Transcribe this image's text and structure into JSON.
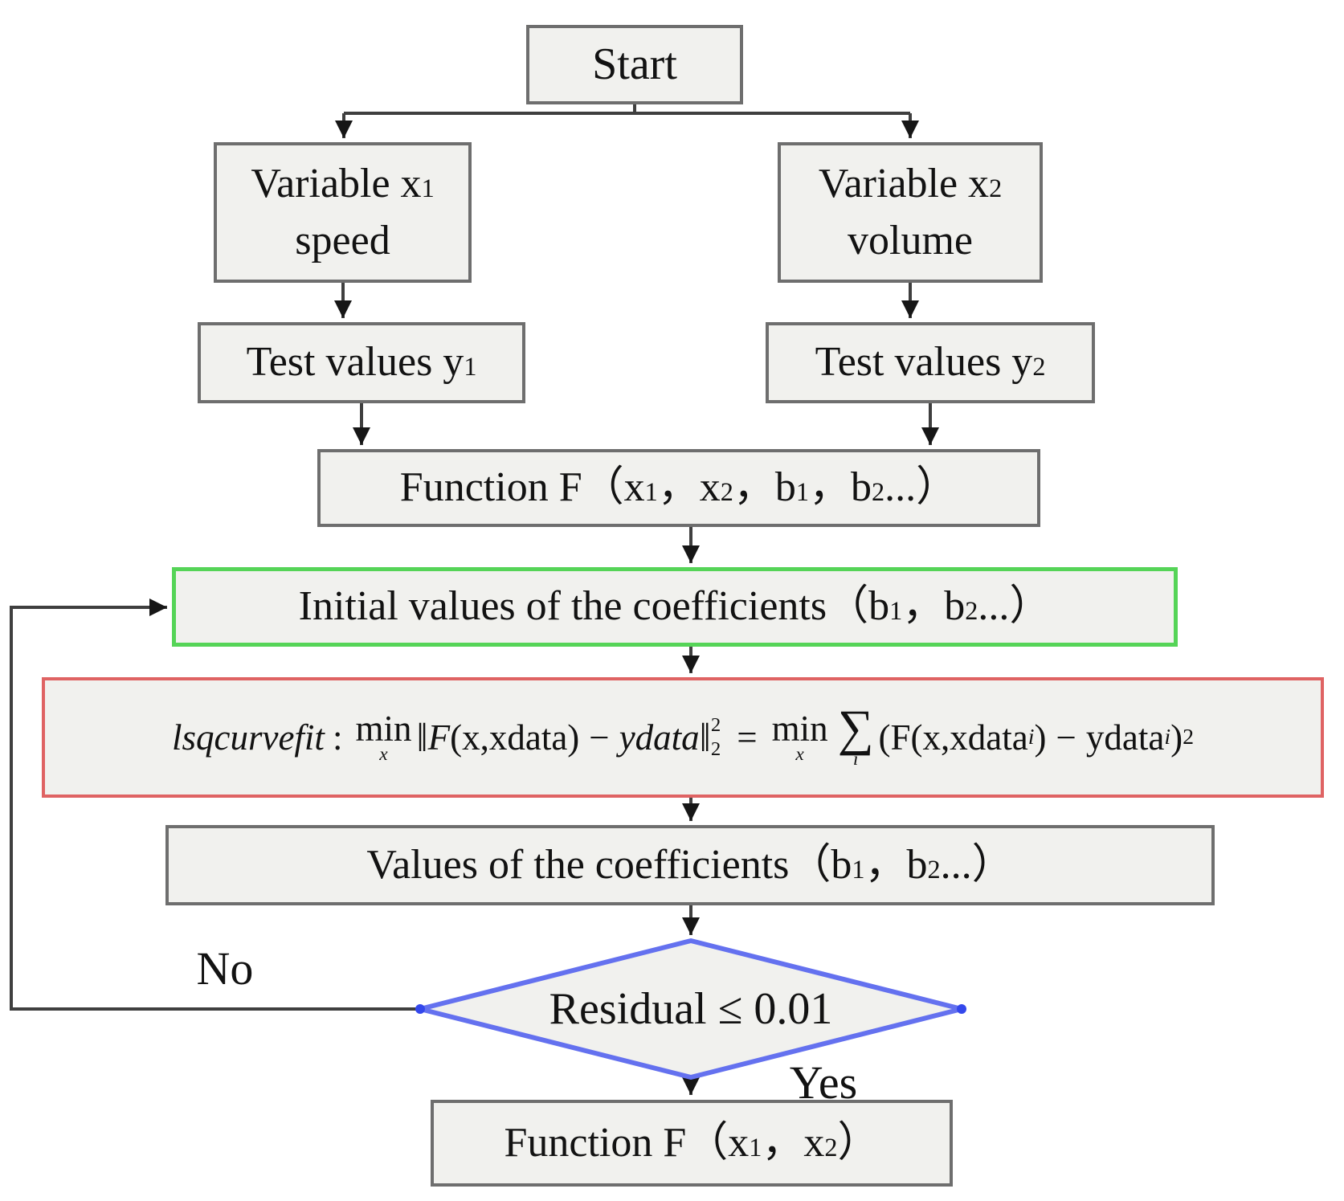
{
  "colors": {
    "background": "#ffffff",
    "node_fill": "#f1f1ee",
    "node_border": "#6e6e6e",
    "green": "#55d457",
    "red": "#df6363",
    "blue": "#6471ef",
    "blue_dot": "#3347ec",
    "line": "#3f3f3f",
    "arrow": "#161616",
    "text": "#121212"
  },
  "nodes": {
    "start": {
      "label": "Start"
    },
    "var1": {
      "line1": "Variable x",
      "line1_sub": "1",
      "line2": "speed"
    },
    "var2": {
      "line1": "Variable x",
      "line1_sub": "2",
      "line2": "volume"
    },
    "test1": {
      "text": "Test values y",
      "sub": "1"
    },
    "test2": {
      "text": "Test values y",
      "sub": "2"
    },
    "funcF": {
      "p1": "Function F（x",
      "s1": "1",
      "p2": "，x",
      "s2": "2",
      "p3": "，b",
      "s3": "1",
      "p4": "，b",
      "s4": "2",
      "p5": "...）"
    },
    "initial": {
      "p1": "Initial values of the coefficients（b",
      "s1": "1",
      "p2": "，b",
      "s2": "2",
      "p3": "...）"
    },
    "values": {
      "p1": "Values of the coefficients（b",
      "s1": "1",
      "p2": "，b",
      "s2": "2",
      "p3": "...）"
    },
    "decision": {
      "text": "Residual ≤ 0.01"
    },
    "final": {
      "p1": "Function F（x",
      "s1": "1",
      "p2": "，x",
      "s2": "2",
      "p3": "）"
    }
  },
  "labels": {
    "no": "No",
    "yes": "Yes"
  },
  "formula": {
    "lsq": "lsqcurvefit",
    "colon": ":",
    "min1": "min",
    "min1_sub": "x",
    "norm_open": "‖",
    "fF": "F",
    "body": "(x,xdata)",
    "minus": "−",
    "ydata": "ydata",
    "norm_close": "‖",
    "norm_sup": "2",
    "norm_sub": "2",
    "eq": "=",
    "min2": "min",
    "min2_sub": "x",
    "sigma": "∑",
    "sigma_sub": "i",
    "r1": "(F(x,xdata",
    "r1_sub": "i",
    "r2": ")",
    "r3": "−",
    "r4": "ydata",
    "r4_sub": "i",
    "r5": ")",
    "r_sup": "2"
  }
}
